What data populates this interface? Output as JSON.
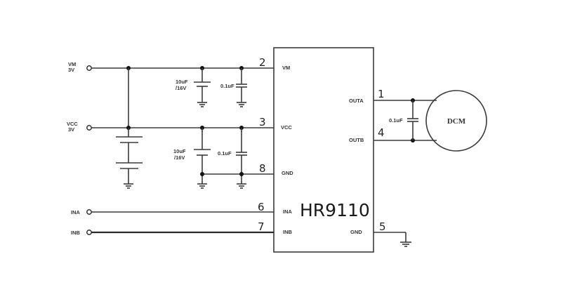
{
  "chip": {
    "name": "HR9110",
    "pins": [
      {
        "num": "2",
        "label": "VM"
      },
      {
        "num": "3",
        "label": "VCC"
      },
      {
        "num": "8",
        "label": "GND"
      },
      {
        "num": "6",
        "label": "INA"
      },
      {
        "num": "7",
        "label": "INB"
      },
      {
        "num": "1",
        "label": "OUTA"
      },
      {
        "num": "4",
        "label": "OUTB"
      },
      {
        "num": "5",
        "label": "GND"
      }
    ]
  },
  "inputs": {
    "vm": {
      "name": "VM",
      "voltage": "3V"
    },
    "vcc": {
      "name": "VCC",
      "voltage": "3V"
    },
    "ina": {
      "name": "INA"
    },
    "inb": {
      "name": "INB"
    }
  },
  "components": {
    "c_vm_bulk": {
      "value": "10uF",
      "rating": "/16V"
    },
    "c_vm_dec": {
      "value": "0.1uF"
    },
    "c_vcc_bulk": {
      "value": "10uF",
      "rating": "/16V"
    },
    "c_vcc_dec": {
      "value": "0.1uF"
    },
    "c_motor": {
      "value": "0.1uF"
    },
    "motor": {
      "label": "DCM"
    }
  }
}
